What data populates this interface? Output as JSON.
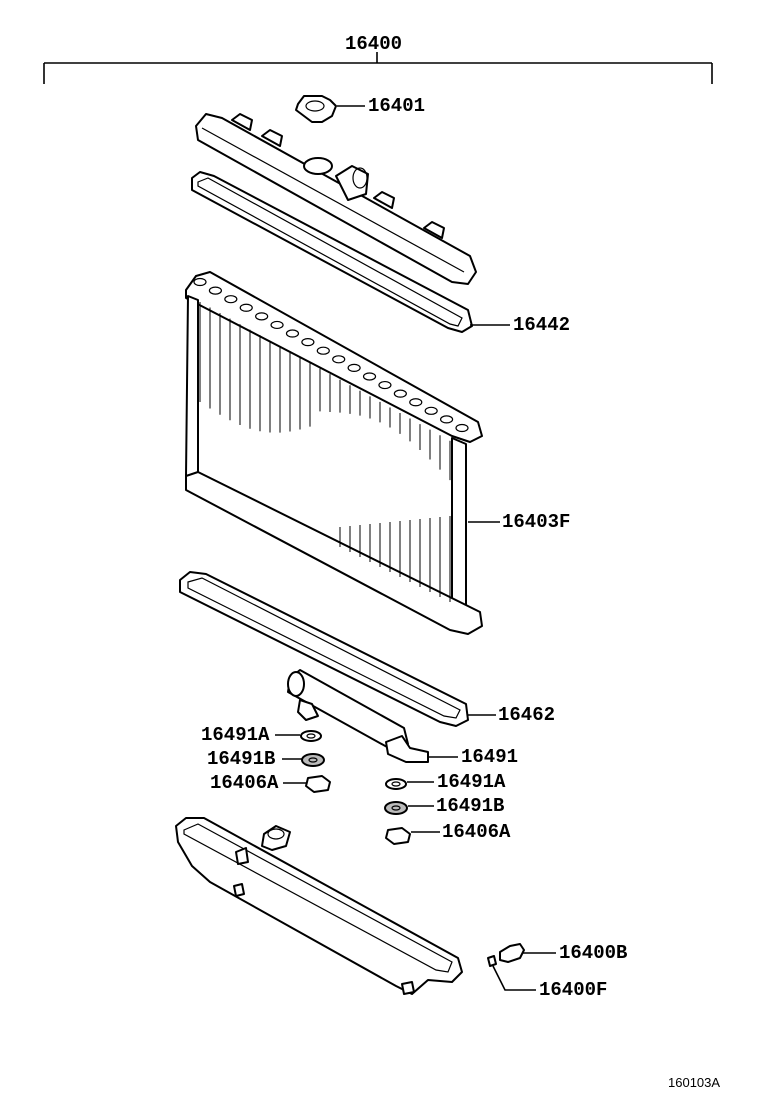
{
  "assembly_label": "16400",
  "parts": {
    "cap": "16401",
    "upper_gasket": "16442",
    "core": "16403F",
    "lower_gasket": "16462",
    "washer_a_left": "16491A",
    "washer_b_left": "16491B",
    "nut_left": "16406A",
    "pipe": "16491",
    "washer_a_right": "16491A",
    "washer_b_right": "16491B",
    "nut_right": "16406A",
    "drain_cock": "16400B",
    "drain_plug": "16400F"
  },
  "diagram_code": "160103A"
}
